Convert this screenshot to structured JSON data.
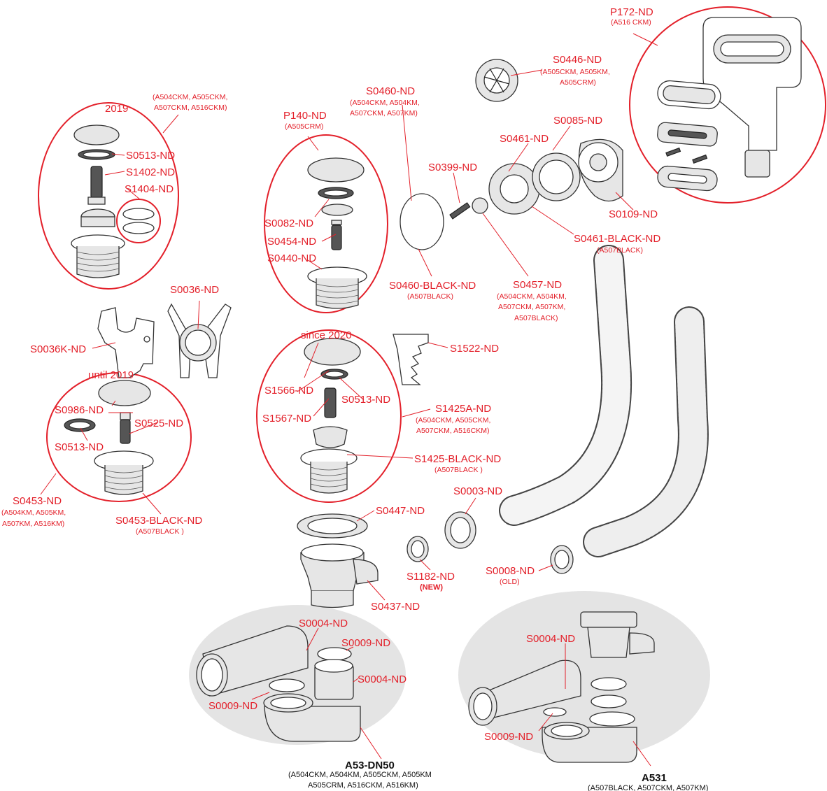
{
  "labels": {
    "p172": "P172-ND",
    "p172_sub": "(A516 CKM)",
    "s0446": "S0446-ND",
    "s0446_sub1": "(A505CKM, A505KM,",
    "s0446_sub2": "A505CRM)",
    "s0460": "S0460-ND",
    "s0460_sub1": "(A504CKM, A504KM,",
    "s0460_sub2": "A507CKM, A507KM)",
    "s0085": "S0085-ND",
    "s0461": "S0461-ND",
    "s0399": "S0399-ND",
    "s0109": "S0109-ND",
    "s0461b": "S0461-BLACK-ND",
    "s0461b_sub": "(A507BLACK)",
    "s0460b": "S0460-BLACK-ND",
    "s0460b_sub": "(A507BLACK)",
    "s0457": "S0457-ND",
    "s0457_sub1": "(A504CKM, A504KM,",
    "s0457_sub2": "A507CKM, A507KM,",
    "s0457_sub3": "A507BLACK)",
    "p140": "P140-ND",
    "p140_sub": "(A505CRM)",
    "s0082": "S0082-ND",
    "s0454": "S0454-ND",
    "s0440": "S0440-ND",
    "y2019": "2019",
    "y2019_sub1": "(A504CKM, A505CKM,",
    "y2019_sub2": "A507CKM, A516CKM)",
    "s0513a": "S0513-ND",
    "s1402": "S1402-ND",
    "s1404": "S1404-ND",
    "s0036": "S0036-ND",
    "s0036k": "S0036K-ND",
    "until2019": "until 2019",
    "s0986": "S0986-ND",
    "s0525": "S0525-ND",
    "s0513b": "S0513-ND",
    "s0453": "S0453-ND",
    "s0453_sub1": "(A504KM, A505KM,",
    "s0453_sub2": "A507KM, A516KM)",
    "s0453b": "S0453-BLACK-ND",
    "s0453b_sub": "(A507BLACK )",
    "since2020": "since 2020",
    "s1566": "S1566-ND",
    "s0513c": "S0513-ND",
    "s1567": "S1567-ND",
    "s1425a": "S1425A-ND",
    "s1425a_sub1": "(A504CKM, A505CKM,",
    "s1425a_sub2": "A507CKM, A516CKM)",
    "s1425b": "S1425-BLACK-ND",
    "s1425b_sub": "(A507BLACK )",
    "s1522": "S1522-ND",
    "s0447": "S0447-ND",
    "s0003": "S0003-ND",
    "s1182": "S1182-ND",
    "s1182_new": "(NEW)",
    "s0008": "S0008-ND",
    "s0008_sub": "(OLD)",
    "s0437": "S0437-ND",
    "s0004a": "S0004-ND",
    "s0009a": "S0009-ND",
    "s0004b": "S0004-ND",
    "s0009b": "S0009-ND",
    "s0004c": "S0004-ND",
    "s0009c": "S0009-ND",
    "a53": "A53-DN50",
    "a53_sub1": "(A504CKM, A504KM, A505CKM, A505KM",
    "a53_sub2": "A505CRM, A516CKM, A516KM)",
    "a531": "A531",
    "a531_sub": "(A507BLACK, A507CKM, A507KM)"
  },
  "colors": {
    "accent": "#e3202a",
    "ink": "#111111",
    "panel": "#e4e4e4"
  }
}
